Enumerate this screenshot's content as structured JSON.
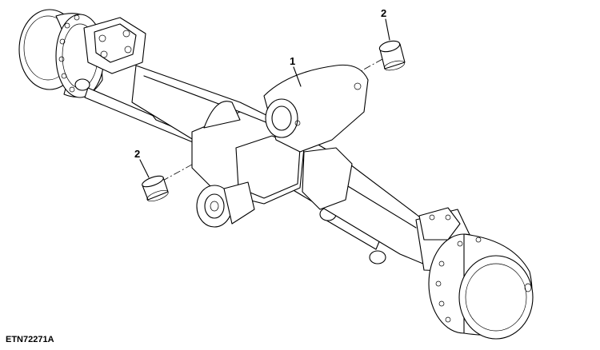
{
  "figure_id": "ETN72271A",
  "callouts": [
    {
      "number": "1",
      "part": "axle housing"
    },
    {
      "number": "2",
      "part": "bushing"
    },
    {
      "number": "2",
      "part": "bushing"
    }
  ]
}
